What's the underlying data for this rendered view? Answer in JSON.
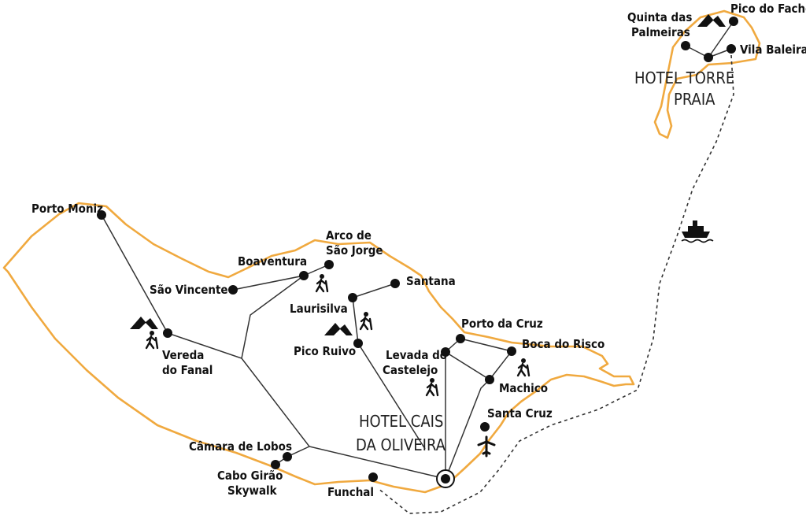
{
  "places": {
    "porto_moniz": "Porto Moniz",
    "sao_vincente": "São Vincente",
    "boaventura": "Boaventura",
    "arco_de_sao_jorge": [
      "Arco de",
      "São Jorge"
    ],
    "santana": "Santana",
    "laurisilva": "Laurisilva",
    "pico_ruivo": "Pico Ruivo",
    "vereda_do_fanal": [
      "Vereda",
      "do Fanal"
    ],
    "levada_do_castelejo": [
      "Levada do",
      "Castelejo"
    ],
    "porto_da_cruz": "Porto da Cruz",
    "boca_do_risco": "Boca do Risco",
    "machico": "Machico",
    "santa_cruz": "Santa Cruz",
    "camara_de_lobos": "Câmara de Lobos",
    "cabo_girao": [
      "Cabo Girão",
      "Skywalk"
    ],
    "funchal": "Funchal",
    "quinta_das_palmeiras": [
      "Quinta das",
      "Palmeiras"
    ],
    "pico_do_facho": "Pico do Facho",
    "vila_baleira": "Vila Baleira"
  },
  "hotels": {
    "cais": [
      "HOTEL CAIS",
      "DA OLIVEIRA"
    ],
    "torre": [
      "HOTEL TORRE",
      "PRAIA"
    ]
  },
  "icons": [
    "mountain-icon",
    "hiker-icon",
    "ferry-icon",
    "airplane-icon",
    "hotel-marker-icon"
  ],
  "colors": {
    "coastline": "#f0a93f",
    "routes": "#333333",
    "labels": "#111111"
  }
}
